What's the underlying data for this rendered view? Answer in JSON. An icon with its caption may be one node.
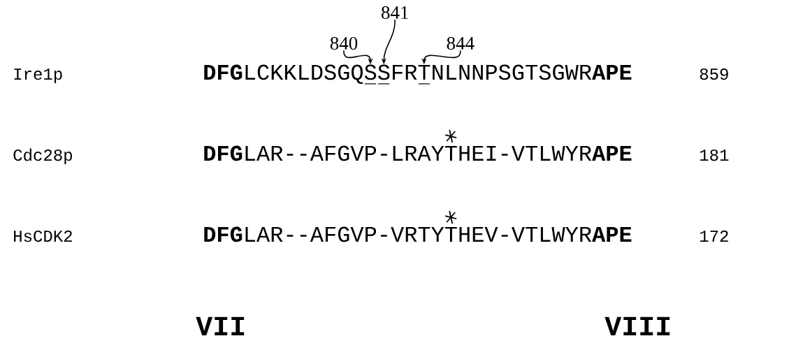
{
  "diagram": {
    "nodes": [
      {
        "text": [
          "840"
        ]
      },
      {
        "text": [
          "841"
        ]
      },
      {
        "text": [
          "844"
        ]
      },
      {
        "text": [
          "**DFG**LCKKLDSGQSSFRTNLNNPSGTSGWR**APE**"
        ]
      }
    ],
    "edges": [
      {
        "from": 0,
        "to": 3,
        "arrow": "to"
      },
      {
        "from": 1,
        "to": 3,
        "arrow": "to"
      },
      {
        "from": 2,
        "to": 3,
        "arrow": "to"
      }
    ],
    "labels": [
      "Ire1p",
      "859",
      "Cdc28p",
      "**DFG**LAR--AFGVP-LRAYTHEI-VTLWYR**APE**",
      "181",
      "HsCDK2",
      "**DFG**LAR--AFGVP-VRTYTHEV-VTLWYR**APE**",
      "172",
      "VII",
      "VIII"
    ]
  }
}
